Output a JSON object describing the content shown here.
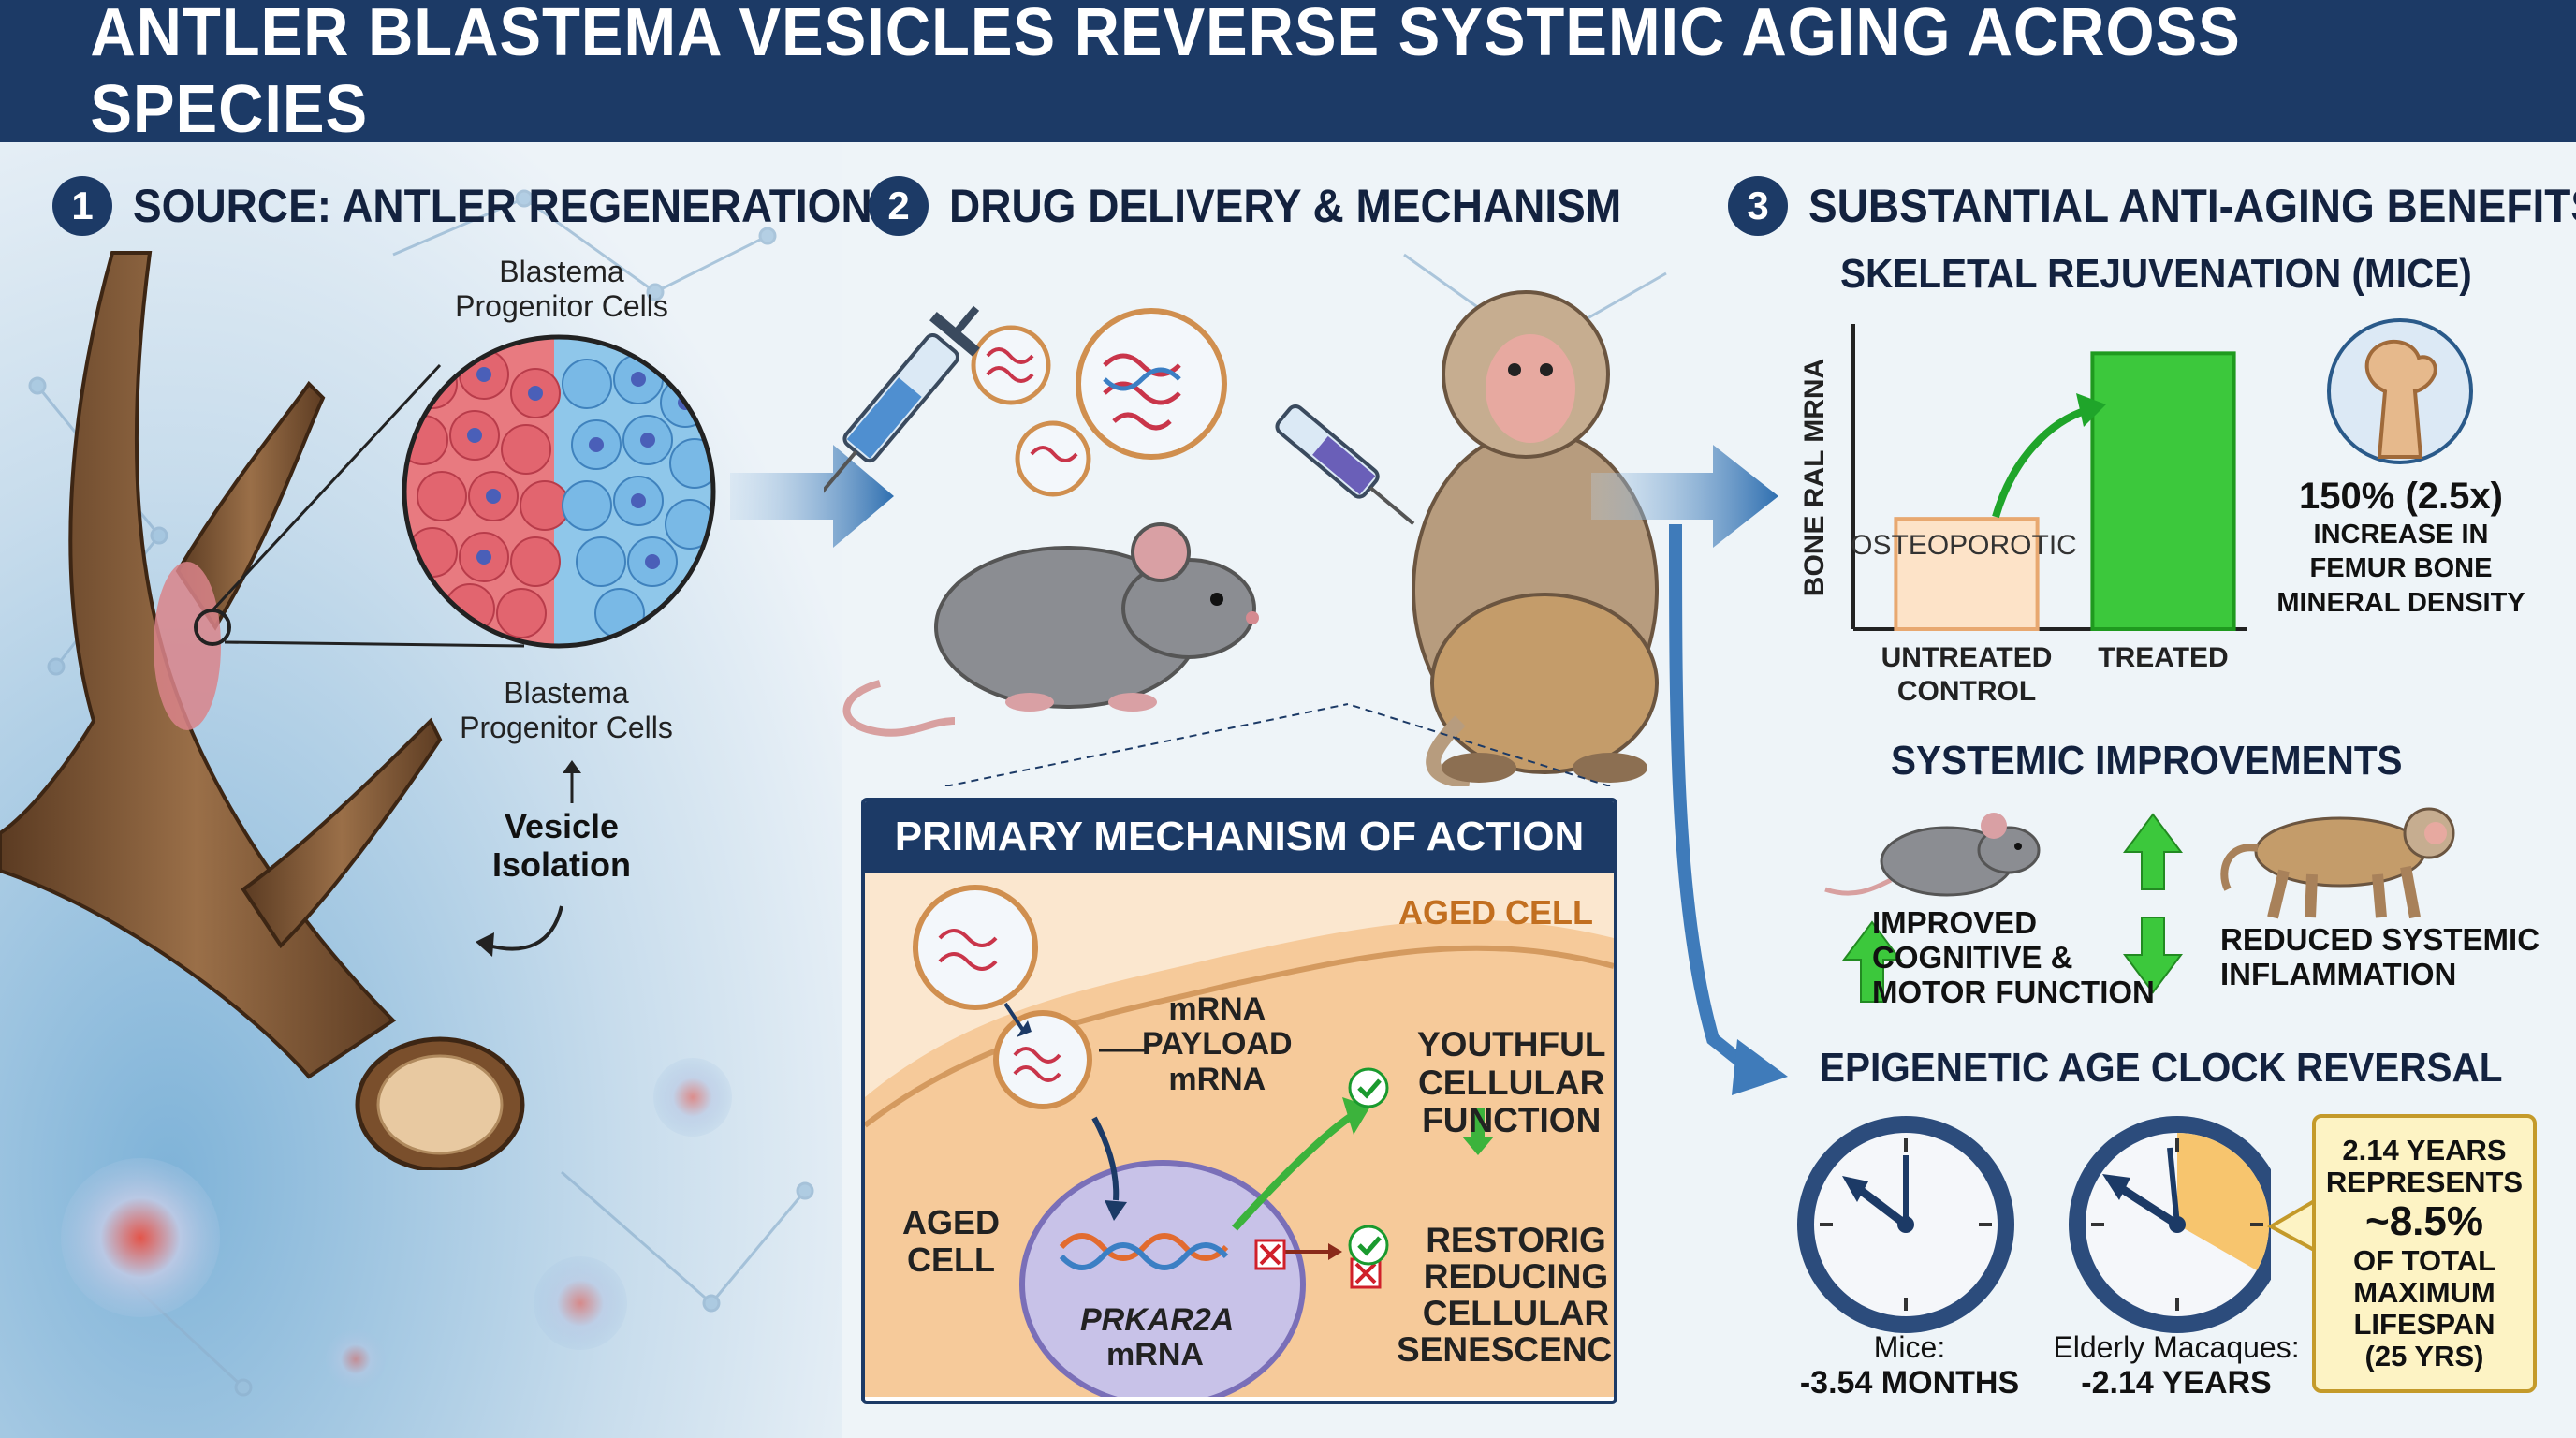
{
  "title": "ANTLER BLASTEMA VESICLES REVERSE SYSTEMIC AGING ACROSS SPECIES",
  "colors": {
    "navy": "#1c3a66",
    "green": "#3cc83c",
    "peach": "#fde3c8",
    "gold": "#c49a2a"
  },
  "section1": {
    "num": "1",
    "title": "SOURCE: ANTLER REGENERATION",
    "top_label": "Blastema\nProgenitor Cells",
    "bottom_label": "Blastema\nProgenitor Cells",
    "vesicle_label": "Vesicle\nIsolation"
  },
  "section2": {
    "num": "2",
    "title": "DRUG DELIVERY & MECHANISM",
    "mechanism": {
      "header": "PRIMARY MECHANISM OF ACTION",
      "aged_cell_top": "AGED CELL",
      "aged_cell_left": "AGED\nCELL",
      "payload": "mRNA\nPAYLOAD\nmRNA",
      "youthful": "YOUTHFUL\nCELLULAR\nFUNCTION",
      "restoring": "RESTORIG\nREDUCING\nCELLULAR\nSENESCENCE",
      "gene_name": "PRKAR2A",
      "gene_suffix": "mRNA"
    }
  },
  "section3": {
    "num": "3",
    "title": "SUBSTANTIAL ANTI-AGING BENEFITS",
    "skeletal": {
      "title": "SKELETAL REJUVENATION (MICE)",
      "y_label": "BONE RAL  MRNA",
      "bar_label": "OSTEOPOROTIC",
      "stat": "150% (2.5x)",
      "stat_desc": "INCREASE IN\nFEMUR BONE\nMINERAL DENSITY"
    },
    "systemic": {
      "title": "SYSTEMIC IMPROVEMENTS",
      "improved": "IMPROVED\nCOGNITIVE &\nMOTOR FUNCTION",
      "reduced": "REDUCED SYSTEMIC\nINFLAMMATION"
    },
    "epigenetic": {
      "title": "EPIGENETIC AGE CLOCK REVERSAL",
      "mice_label": "Mice:",
      "mice_value": "-3.54 MONTHS",
      "macaque_label": "Elderly Macaques:",
      "macaque_value": "-2.14 YEARS",
      "callout_top": "2.14 YEARS\nREPRESENTS",
      "callout_pct": "~8.5%",
      "callout_bottom": "OF TOTAL\nMAXIMUM\nLIFESPAN\n(25 YRS)"
    }
  },
  "chart_data": {
    "type": "bar",
    "categories": [
      "UNTREATED\nCONTROL",
      "TREATED"
    ],
    "values": [
      1.0,
      2.5
    ],
    "title": "SKELETAL REJUVENATION (MICE)",
    "xlabel": "",
    "ylabel": "BONE RAL  MRNA",
    "ylim": [
      0,
      2.8
    ],
    "grid": false
  }
}
